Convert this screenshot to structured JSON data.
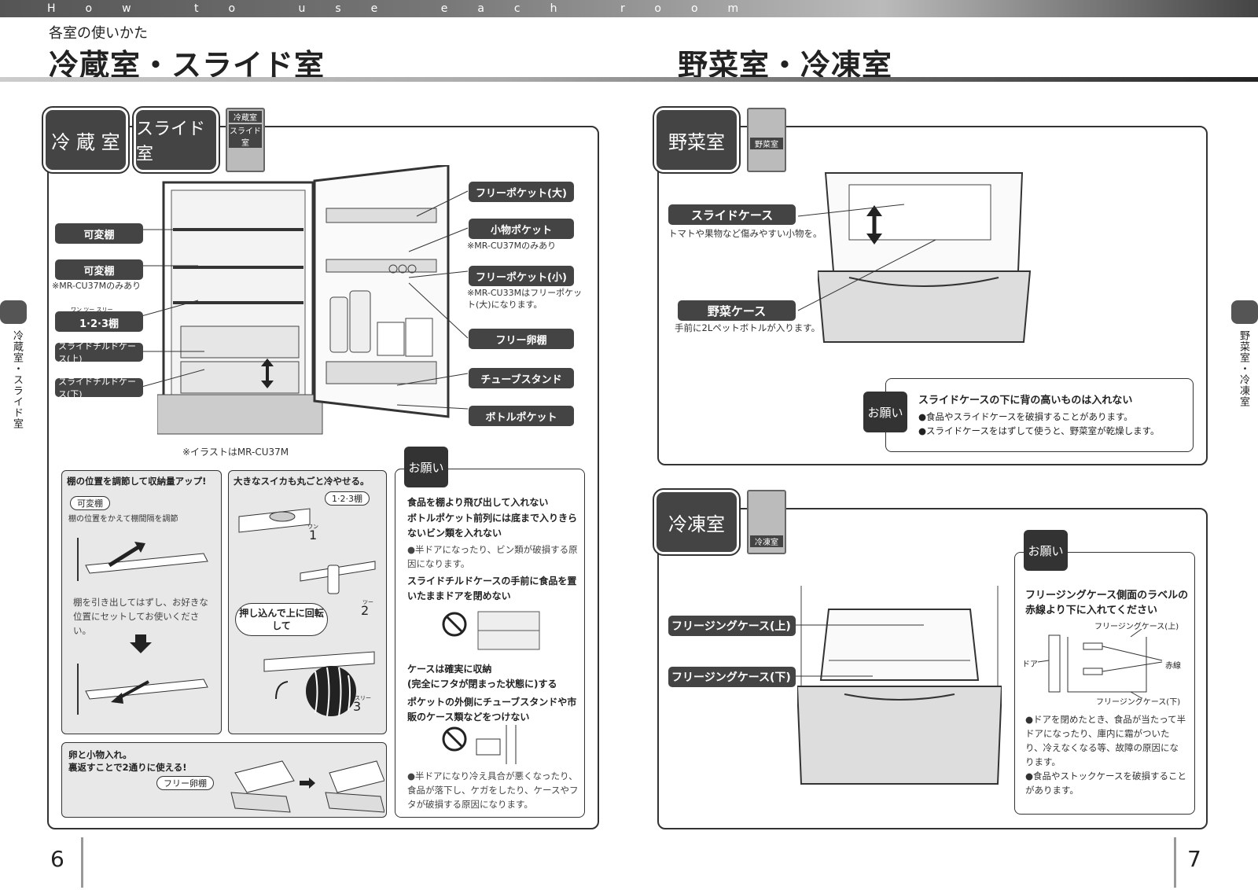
{
  "header": {
    "band_text": "How to use each room",
    "subtitle": "各室の使いかた",
    "title_left": "冷蔵室・スライド室",
    "title_right": "野菜室・冷凍室"
  },
  "left": {
    "tabs": [
      "冷 蔵 室",
      "スライド室"
    ],
    "icon_labels": [
      "冷蔵室",
      "スライド室"
    ],
    "labels_left": [
      {
        "text": "可変棚",
        "note": ""
      },
      {
        "text": "可変棚",
        "note": "※MR-CU37Mのみあり"
      },
      {
        "text": "1·2·3棚",
        "ruby": "ワン ツー スリー",
        "note": ""
      },
      {
        "text": "スライドチルドケース(上)",
        "note": ""
      },
      {
        "text": "スライドチルドケース(下)",
        "note": ""
      }
    ],
    "labels_right": [
      {
        "text": "フリーポケット(大)",
        "note": ""
      },
      {
        "text": "小物ポケット",
        "note": "※MR-CU37Mのみあり"
      },
      {
        "text": "フリーポケット(小)",
        "note": "※MR-CU33Mはフリーポケット(大)になります。"
      },
      {
        "text": "フリー卵棚",
        "note": ""
      },
      {
        "text": "チューブスタンド",
        "note": ""
      },
      {
        "text": "ボトルポケット",
        "note": ""
      }
    ],
    "illust_note": "※イラストはMR-CU37M",
    "box1": {
      "heading": "棚の位置を調節して収納量アップ!",
      "pill": "可変棚",
      "sub": "棚の位置をかえて棚間隔を調節",
      "body": "棚を引き出してはずし、お好きな位置にセットしてお使いください。"
    },
    "box2": {
      "heading": "大きなスイカも丸ごと冷やせる。",
      "pill": "1·2·3棚",
      "steps": [
        "1",
        "2",
        "3"
      ],
      "step_ruby": [
        "ワン",
        "ツー",
        "スリー"
      ],
      "bubble": "押し込んで上に回転して"
    },
    "box3": {
      "heading1": "卵と小物入れ。",
      "heading2": "裏返すことで2通りに使える!",
      "pill": "フリー卵棚"
    },
    "onegai": {
      "label": "お願い",
      "p1": "食品を棚より飛び出して入れない",
      "p2": "ボトルポケット前列には底まで入りきらないビン類を入れない",
      "p3": "●半ドアになったり、ビン類が破損する原因になります。",
      "p4": "スライドチルドケースの手前に食品を置いたままドアを閉めない",
      "p5": "ケースは確実に収納",
      "p6": "(完全にフタが閉まった状態に)する",
      "p7": "ポケットの外側にチューブスタンドや市販のケース類などをつけない",
      "p8": "●半ドアになり冷え具合が悪くなったり、食品が落下し、ケガをしたり、ケースやフタが破損する原因になります。"
    },
    "side_label": "冷蔵室・スライド室",
    "page_number": "6"
  },
  "right": {
    "veg": {
      "tab": "野菜室",
      "icon_label": "野菜室",
      "label1": "スライドケース",
      "note1": "トマトや果物など傷みやすい小物を。",
      "label2": "野菜ケース",
      "note2": "手前に2Lペットボトルが入ります。",
      "onegai_label": "お願い",
      "onegai_title": "スライドケースの下に背の高いものは入れない",
      "onegai_b1": "●食品やスライドケースを破損することがあります。",
      "onegai_b2": "●スライドケースをはずして使うと、野菜室が乾燥します。"
    },
    "freeze": {
      "tab": "冷凍室",
      "icon_label": "冷凍室",
      "label1": "フリージングケース(上)",
      "label2": "フリージングケース(下)",
      "onegai_label": "お願い",
      "onegai_title": "フリージングケース側面のラベルの赤線より下に入れてください",
      "diag_top": "フリージングケース(上)",
      "diag_door": "ドア",
      "diag_red": "赤線",
      "diag_bottom": "フリージングケース(下)",
      "b1": "●ドアを閉めたとき、食品が当たって半ドアになったり、庫内に霜がついたり、冷えなくなる等、故障の原因になります。",
      "b2": "●食品やストックケースを破損することがあります。"
    },
    "side_label": "野菜室・冷凍室",
    "page_number": "7"
  }
}
